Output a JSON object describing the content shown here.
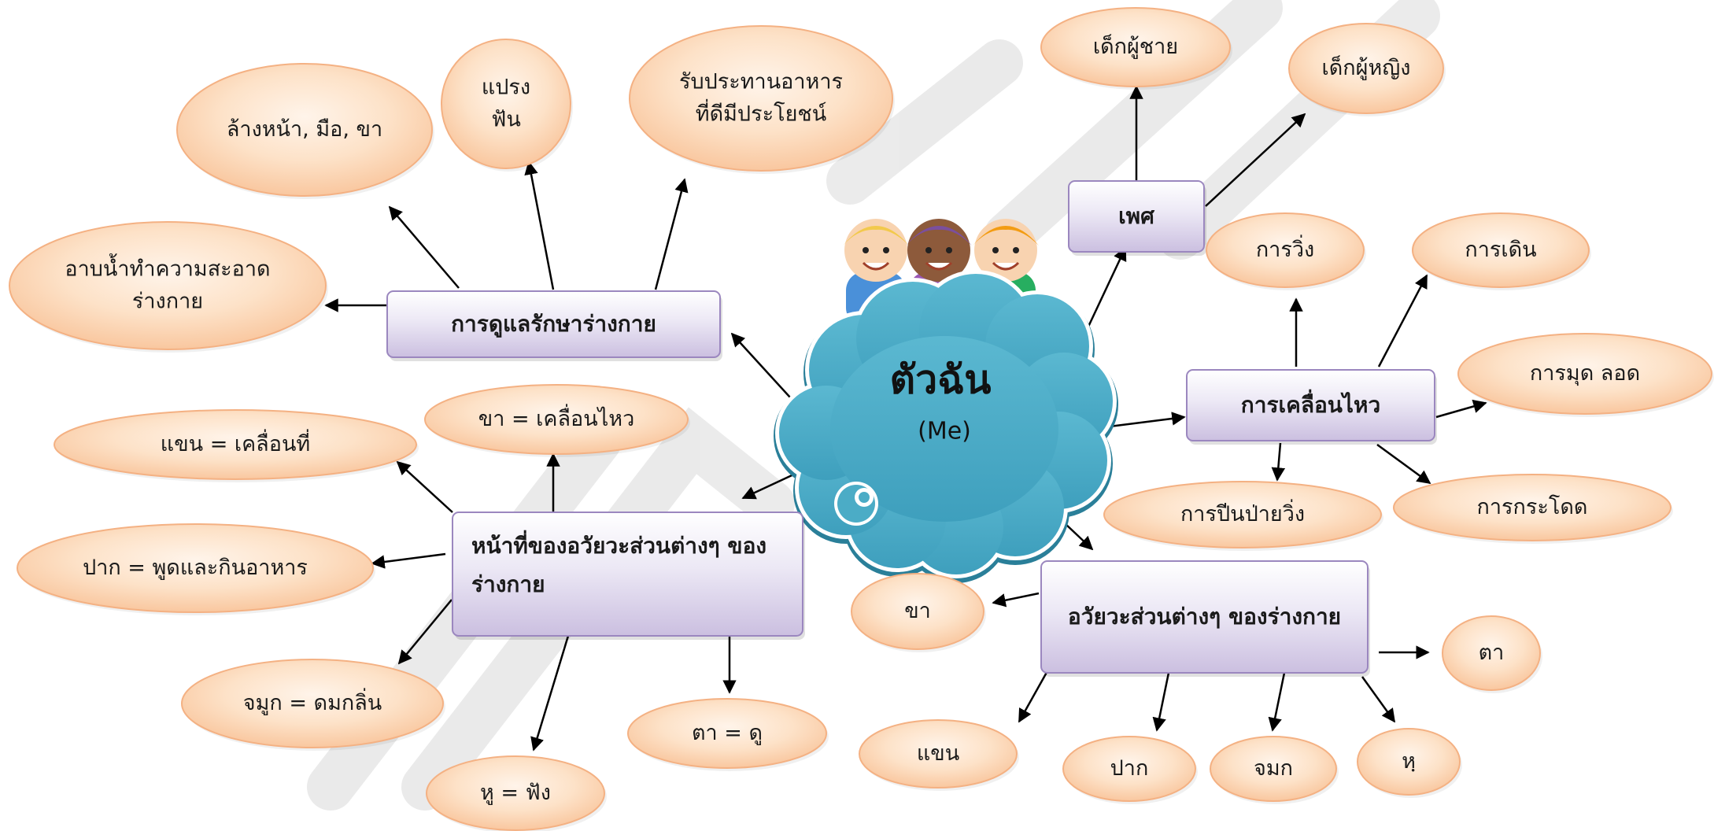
{
  "center": {
    "title": "ตัวฉัน",
    "subtitle": "(Me)",
    "icon": "children-icon",
    "cloud_color": "#4bacc6"
  },
  "colors": {
    "oval_fill": "#fcd5b5",
    "oval_stroke": "#f4b183",
    "box_fill": "#e4dff0",
    "box_stroke": "#8064a2",
    "arrow": "#000000"
  },
  "branches": {
    "hygiene": {
      "label": "การดูแลรักษาร่างกาย",
      "items": [
        "อาบน้ำทำความสะอาด\nร่างกาย",
        "ล้างหน้า, มือ, ขา",
        "แปรง\nฟัน",
        "รับประทานอาหาร\nที่ดีมีประโยชน์"
      ]
    },
    "functions": {
      "label": "หน้าที่ของอวัยวะส่วนต่างๆ ของ\nร่างกาย",
      "items": [
        "แขน = เคลื่อนที่",
        "ขา = เคลื่อนไหว",
        "ปาก = พูดและกินอาหาร",
        "จมูก = ดมกลิ่น",
        "หู = ฟัง",
        "ตา = ดู"
      ]
    },
    "gender": {
      "label": "เพศ",
      "items": [
        "เด็กผู้ชาย",
        "เด็กผู้หญิง"
      ]
    },
    "movement": {
      "label": "การเคลื่อนไหว",
      "items": [
        "การวิ่ง",
        "การเดิน",
        "การมุด ลอด",
        "การปีนป่ายวิ่ง",
        "การกระโดด"
      ]
    },
    "organs": {
      "label": "อวัยวะส่วนต่างๆ ของร่างกาย",
      "items": [
        "ขา",
        "ตา",
        "แขน",
        "ปาก",
        "จมก",
        "หฺ"
      ]
    }
  }
}
